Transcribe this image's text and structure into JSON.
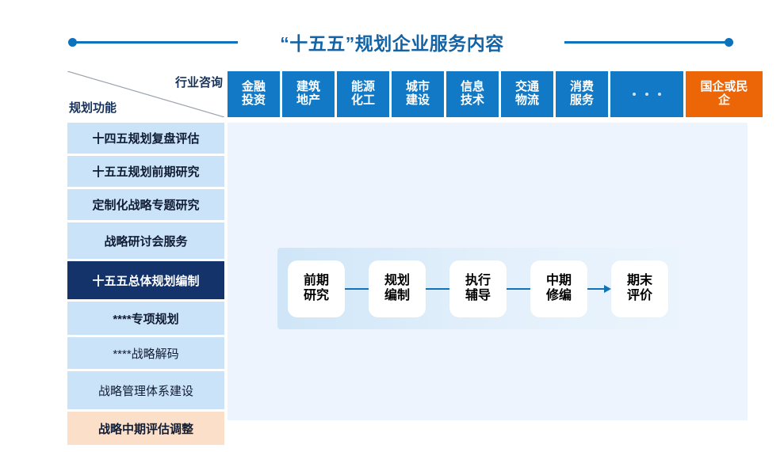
{
  "title": {
    "text": "“十五五”规划企业服务内容",
    "accent_color": "#1464a5",
    "rule_color": "#0b72bd"
  },
  "matrix": {
    "corner": {
      "top_label": "行业咨询",
      "bottom_label": "规划功能",
      "diagonal_color": "#9aa3ad"
    },
    "columns": [
      {
        "name": "col-finance",
        "line1": "金融",
        "line2": "投资",
        "color": "#1279c6",
        "type": "text"
      },
      {
        "name": "col-construction",
        "line1": "建筑",
        "line2": "地产",
        "color": "#1279c6",
        "type": "text"
      },
      {
        "name": "col-energy",
        "line1": "能源",
        "line2": "化工",
        "color": "#1279c6",
        "type": "text"
      },
      {
        "name": "col-urban",
        "line1": "城市",
        "line2": "建设",
        "color": "#1279c6",
        "type": "text"
      },
      {
        "name": "col-infotech",
        "line1": "信息",
        "line2": "技术",
        "color": "#1279c6",
        "type": "text"
      },
      {
        "name": "col-logistics",
        "line1": "交通",
        "line2": "物流",
        "color": "#1279c6",
        "type": "text"
      },
      {
        "name": "col-consumer",
        "line1": "消费",
        "line2": "服务",
        "color": "#1279c6",
        "type": "text"
      },
      {
        "name": "col-more",
        "line1": "",
        "line2": "",
        "color": "#1279c6",
        "type": "dots"
      },
      {
        "name": "col-soe-private",
        "line1": "国企或民",
        "line2": "企",
        "color": "#ec6608",
        "type": "text"
      }
    ],
    "rows": [
      {
        "name": "row-145-review",
        "label": "十四五规划复盘评估",
        "style": "normal",
        "height": 39
      },
      {
        "name": "row-155-prestudy",
        "label": "十五五规划前期研究",
        "style": "normal",
        "height": 39
      },
      {
        "name": "row-custom-strategy",
        "label": "定制化战略专题研究",
        "style": "normal",
        "height": 39
      },
      {
        "name": "row-seminar",
        "label": "战略研讨会服务",
        "style": "normal",
        "height": 46
      },
      {
        "name": "row-155-master-plan",
        "label": "十五五总体规划编制",
        "style": "active",
        "height": 48
      },
      {
        "name": "row-special-plan",
        "label": "****专项规划",
        "style": "normal",
        "height": 42
      },
      {
        "name": "row-strategy-decode",
        "label": "****战略解码",
        "style": "light",
        "height": 40
      },
      {
        "name": "row-strategy-system",
        "label": "战略管理体系建设",
        "style": "light",
        "height": 48
      },
      {
        "name": "row-midterm-review",
        "label": "战略中期评估调整",
        "style": "accent",
        "height": 42
      }
    ],
    "colors": {
      "row_default_bg": "#cbe3f8",
      "row_active_bg": "#15336b",
      "row_accent_bg": "#fbdfc9",
      "panel_bg": "#edf4fd"
    }
  },
  "flow": {
    "steps": [
      {
        "name": "flow-step-prestudy",
        "line1": "前期",
        "line2": "研究"
      },
      {
        "name": "flow-step-planning",
        "line1": "规划",
        "line2": "编制"
      },
      {
        "name": "flow-step-execution",
        "line1": "执行",
        "line2": "辅导"
      },
      {
        "name": "flow-step-midterm",
        "line1": "中期",
        "line2": "修编"
      },
      {
        "name": "flow-step-evaluation",
        "line1": "期末",
        "line2": "评价"
      }
    ],
    "connector_color": "#1272b6"
  }
}
